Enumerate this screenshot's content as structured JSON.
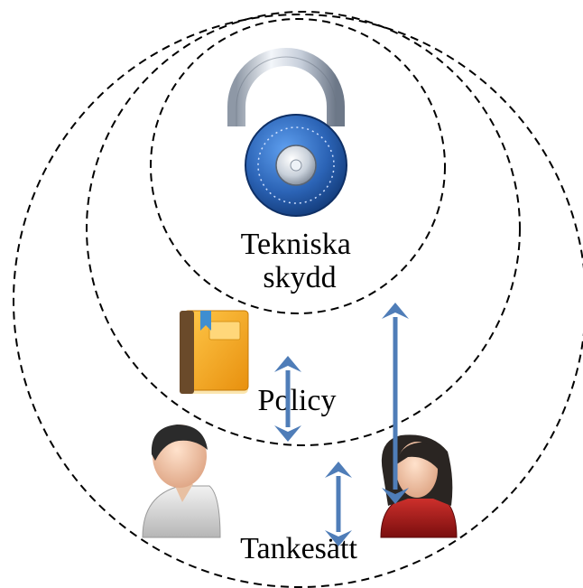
{
  "diagram": {
    "layers": [
      {
        "id": "inner",
        "label_lines": [
          "Tekniska",
          "skydd"
        ]
      },
      {
        "id": "middle",
        "label": "Policy"
      },
      {
        "id": "outer",
        "label": "Tankesätt"
      }
    ],
    "icons": {
      "lock": "padlock-icon",
      "book": "policy-book-icon",
      "man": "man-user-icon",
      "woman": "woman-user-icon"
    },
    "colors": {
      "arrow": "#4f7db8",
      "circle_stroke": "#000000",
      "lock_blue": "#2b63b5",
      "book_orange": "#f2a21c",
      "woman_red": "#b31c1c"
    }
  }
}
